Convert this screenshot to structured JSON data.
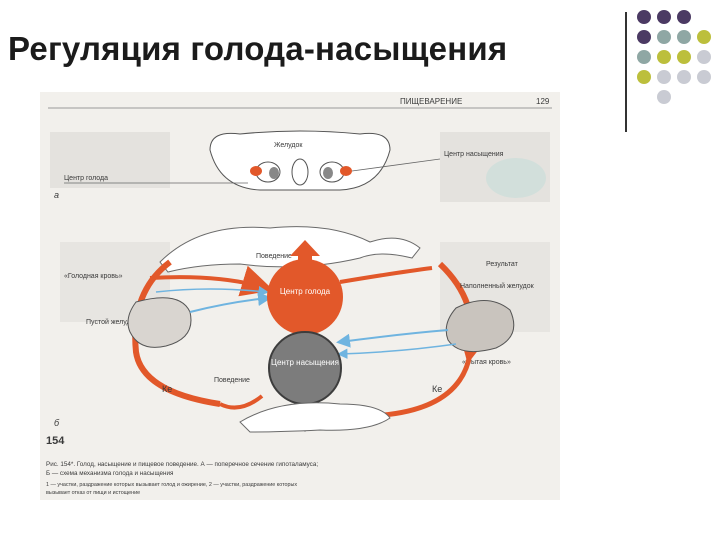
{
  "slide": {
    "title": "Регуляция голода-насыщения"
  },
  "figure": {
    "header": "ПИЩЕВАРЕНИЕ",
    "page_number": "129",
    "section_a": "а",
    "section_b": "б",
    "label_stomach": "Желудок",
    "label_hunger_center": "Центр голода",
    "label_satiety_center_top": "Центр насыщения",
    "label_behavior": "Поведение",
    "label_result": "Результат",
    "label_hungry_blood": "«Голодная кровь»",
    "label_empty_stomach": "Пустой желудок",
    "label_filled_stomach": "Наполненный желудок",
    "label_fed_blood": "«Сытая кровь»",
    "center_hunger": "Центр голода",
    "center_satiety": "Центр насыщения",
    "label_ke_left": "Ке",
    "label_ke_right": "Ке",
    "label_behavior_bottom": "Поведение",
    "figure_number": "154",
    "caption_line1": "Рис. 154*. Голод, насыщение и пищевое поведение. А — поперечное сечение гипоталамуса;",
    "caption_line2": "Б — схема механизма голода и насыщения",
    "caption_line3": "1 — участки, раздражение которых вызывает голод и ожирение, 2 — участки, раздражение которых",
    "caption_line4": "вызывает отказ от пищи и истощение"
  },
  "colors": {
    "accent_purple": "#4b3a63",
    "accent_teal": "#8fa7a4",
    "accent_olive": "#bcbf3c",
    "accent_gray": "#c9cbd3",
    "hunger_red": "#e2582a",
    "satiety_gray": "#7c7c7c",
    "flow_blue": "#6fb4e0"
  }
}
